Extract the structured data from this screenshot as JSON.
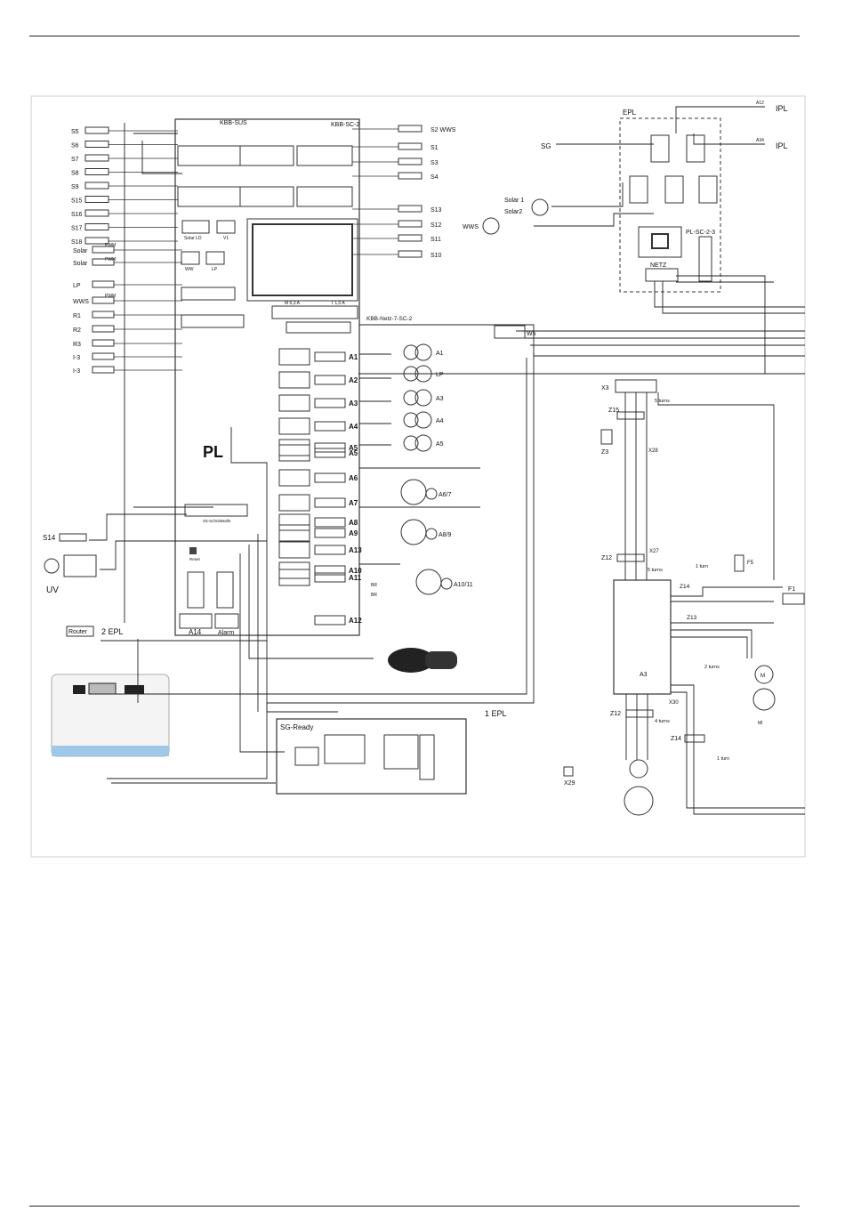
{
  "sensors_left": [
    "S5",
    "S6",
    "S7",
    "S8",
    "S9",
    "S15",
    "S16",
    "S17",
    "S18"
  ],
  "inputs_left": [
    "Solar",
    "Solar",
    "LP",
    "WWS",
    "R1",
    "R2",
    "R3",
    "I-3",
    "I-3"
  ],
  "sensors_right": [
    "S2 WWS",
    "S1",
    "S3",
    "S4",
    "S13",
    "S12",
    "S11",
    "S10"
  ],
  "labels": {
    "kbb_sus": "KBB-SÜS",
    "kbb_sc2": "KBB-SC-2",
    "kbb_netz": "KBB-Netz-7-SC-2",
    "pl": "PL",
    "uv": "UV",
    "s14": "S14",
    "router": "Router",
    "two_epl": "2 EPL",
    "one_epl": "1 EPL",
    "sg_ready": "SG-Ready",
    "epl": "EPL",
    "sg": "SG",
    "ipl_top": "IPL",
    "ipl_mid": "IPL",
    "a12_top": "A12",
    "a34_top": "A34",
    "solar1": "Solar 1",
    "solar2": "Solar2",
    "wws_pump": "WWS",
    "netz": "NETZ",
    "plsc": "PL-SC-2-3",
    "w5": "W5",
    "x3": "X3",
    "z15": "Z15",
    "z3": "Z3",
    "x28": "X28",
    "z12a": "Z12",
    "x27": "X27",
    "five_turns_a": "5 turns",
    "five_turns_b": "5 turns",
    "one_turn": "1 turn",
    "f5": "F5",
    "z14a": "Z14",
    "z13": "Z13",
    "f1": "F1",
    "two_turns": "2 turns",
    "a3": "A3",
    "m": "M",
    "mi": "MI",
    "x30": "X30",
    "z12b": "Z12",
    "four_turns": "4 turns",
    "z14b": "Z14",
    "one_turn_b": "1 turn",
    "x29": "X29",
    "alarm": "Alarm",
    "a14": "A14",
    "reset": "Reset",
    "ww": "WW",
    "lp_box": "LP",
    "solar_ld": "Solar LD",
    "v1": "V1",
    "fuse_a": "M 6,3 A",
    "fuse_b": "T 1,0 A",
    "br1": "BR",
    "br2": "BR",
    "zs": "ZS-Schnittstelle",
    "pwm1": "PWM",
    "pwm2": "PWM",
    "pwm3": "PWM"
  },
  "outputs": [
    "A1",
    "A2",
    "A3",
    "A4",
    "A5",
    "A5",
    "A6",
    "A7",
    "A8",
    "A9",
    "A13",
    "A10",
    "A11",
    "A12"
  ],
  "pump_labels": [
    "A1",
    "LP",
    "A3",
    "A4",
    "A5"
  ],
  "mixer_labels": [
    "A6/7",
    "A8/9",
    "A10/11"
  ]
}
